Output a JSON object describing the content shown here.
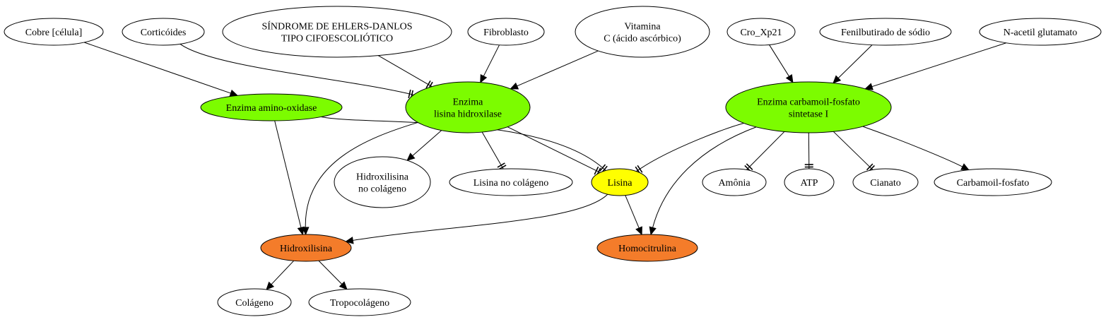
{
  "colors": {
    "enzyme": "#7cfc00",
    "product": "#f47c2a",
    "substrate": "#ffff00",
    "default": "#ffffff"
  },
  "nodes": {
    "cobre": {
      "lines": [
        "Cobre [célula]"
      ],
      "kind": "default"
    },
    "corticoides": {
      "lines": [
        "Corticóides"
      ],
      "kind": "default"
    },
    "sindrome": {
      "lines": [
        "SÍNDROME DE EHLERS-DANLOS",
        "TIPO CIFOESCOLIÓTICO"
      ],
      "kind": "default"
    },
    "fibroblasto": {
      "lines": [
        "Fibroblasto"
      ],
      "kind": "default"
    },
    "vitamina": {
      "lines": [
        "Vitamina",
        "C (ácido ascórbico)"
      ],
      "kind": "default"
    },
    "cro": {
      "lines": [
        "Cro_Xp21"
      ],
      "kind": "default"
    },
    "fenilbutirado": {
      "lines": [
        "Fenilbutirado de sódio"
      ],
      "kind": "default"
    },
    "nacetil": {
      "lines": [
        "N-acetil glutamato"
      ],
      "kind": "default"
    },
    "amino_oxidase": {
      "lines": [
        "Enzima amino-oxidase"
      ],
      "kind": "enzyme"
    },
    "lisina_hidroxilase": {
      "lines": [
        "Enzima",
        "lisina hidroxilase"
      ],
      "kind": "enzyme"
    },
    "carbamoil_sintetase": {
      "lines": [
        "Enzima carbamoil-fosfato",
        "sintetase I"
      ],
      "kind": "enzyme"
    },
    "hidroxilisina_colageno": {
      "lines": [
        "Hidroxilisina",
        "no colágeno"
      ],
      "kind": "default"
    },
    "lisina_colageno": {
      "lines": [
        "Lisina no colágeno"
      ],
      "kind": "default"
    },
    "lisina": {
      "lines": [
        "Lisina"
      ],
      "kind": "substrate"
    },
    "amonia": {
      "lines": [
        "Amônia"
      ],
      "kind": "default"
    },
    "atp": {
      "lines": [
        "ATP"
      ],
      "kind": "default"
    },
    "cianato": {
      "lines": [
        "Cianato"
      ],
      "kind": "default"
    },
    "carbamoil_fosfato": {
      "lines": [
        "Carbamoil-fosfato"
      ],
      "kind": "default"
    },
    "hidroxilisina": {
      "lines": [
        "Hidroxilisina"
      ],
      "kind": "product"
    },
    "homocitrulina": {
      "lines": [
        "Homocitrulina"
      ],
      "kind": "product"
    },
    "colageno": {
      "lines": [
        "Colágeno"
      ],
      "kind": "default"
    },
    "tropocolageno": {
      "lines": [
        "Tropocolágeno"
      ],
      "kind": "default"
    }
  },
  "edges": [
    {
      "from": "cobre",
      "to": "amino_oxidase",
      "head": "arrow"
    },
    {
      "from": "corticoides",
      "to": "lisina_hidroxilase",
      "head": "tee"
    },
    {
      "from": "sindrome",
      "to": "lisina_hidroxilase",
      "head": "tee"
    },
    {
      "from": "fibroblasto",
      "to": "lisina_hidroxilase",
      "head": "arrow"
    },
    {
      "from": "vitamina",
      "to": "lisina_hidroxilase",
      "head": "arrow"
    },
    {
      "from": "cro",
      "to": "carbamoil_sintetase",
      "head": "arrow"
    },
    {
      "from": "fenilbutirado",
      "to": "carbamoil_sintetase",
      "head": "arrow"
    },
    {
      "from": "nacetil",
      "to": "carbamoil_sintetase",
      "head": "arrow"
    },
    {
      "from": "amino_oxidase",
      "to": "hidroxilisina",
      "head": "arrow"
    },
    {
      "from": "amino_oxidase",
      "to": "lisina",
      "head": "tee"
    },
    {
      "from": "lisina_hidroxilase",
      "to": "hidroxilisina_colageno",
      "head": "arrow"
    },
    {
      "from": "lisina_hidroxilase",
      "to": "lisina_colageno",
      "head": "tee"
    },
    {
      "from": "lisina_hidroxilase",
      "to": "lisina",
      "head": "tee"
    },
    {
      "from": "lisina_hidroxilase",
      "to": "hidroxilisina",
      "head": "arrow"
    },
    {
      "from": "carbamoil_sintetase",
      "to": "lisina",
      "head": "tee"
    },
    {
      "from": "carbamoil_sintetase",
      "to": "homocitrulina",
      "head": "arrow"
    },
    {
      "from": "carbamoil_sintetase",
      "to": "amonia",
      "head": "tee"
    },
    {
      "from": "carbamoil_sintetase",
      "to": "atp",
      "head": "tee"
    },
    {
      "from": "carbamoil_sintetase",
      "to": "cianato",
      "head": "tee"
    },
    {
      "from": "carbamoil_sintetase",
      "to": "carbamoil_fosfato",
      "head": "arrow"
    },
    {
      "from": "lisina",
      "to": "hidroxilisina",
      "head": "arrow"
    },
    {
      "from": "lisina",
      "to": "homocitrulina",
      "head": "arrow"
    },
    {
      "from": "hidroxilisina",
      "to": "colageno",
      "head": "arrow"
    },
    {
      "from": "hidroxilisina",
      "to": "tropocolageno",
      "head": "arrow"
    }
  ]
}
